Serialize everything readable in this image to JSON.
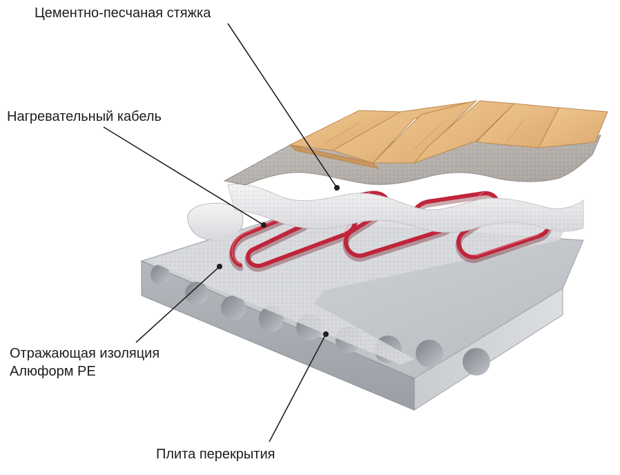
{
  "labels": {
    "screed": "Цементно-песчаная стяжка",
    "heating_cable": "Нагревательный кабель",
    "insulation_line1": "Отражающая изоляция",
    "insulation_line2": "Алюформ PE",
    "slab": "Плита перекрытия"
  },
  "colors": {
    "wood": "#e9bd82",
    "screed": "#b6b0ab",
    "insulation": "#ececee",
    "slab_top": "#c5c8cc",
    "slab_front": "#a3a8ae",
    "cable": "#c0243a",
    "pointer": "#1f1f1f"
  }
}
